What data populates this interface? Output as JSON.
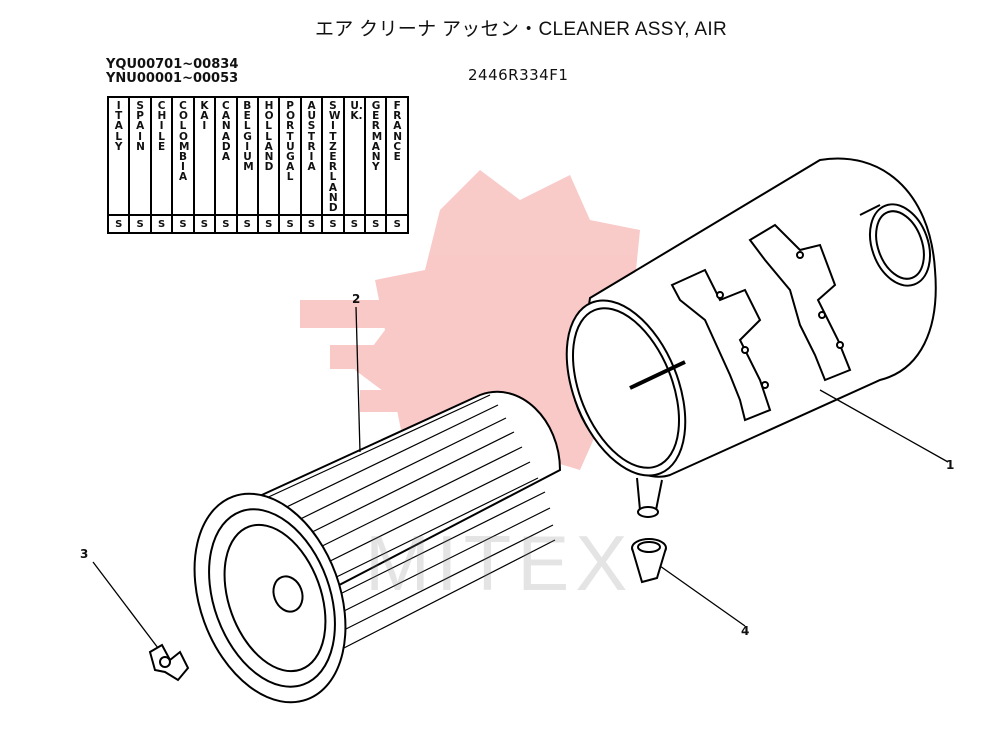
{
  "header": {
    "title": "エア クリーナ アッセン・CLEANER ASSY, AIR",
    "part_number": "2446R334F1"
  },
  "serials": [
    "YQU00701~00834",
    "YNU00001~00053"
  ],
  "countries": [
    {
      "name": "ITALY",
      "code": "S"
    },
    {
      "name": "SPAIN",
      "code": "S"
    },
    {
      "name": "CHILE",
      "code": "S"
    },
    {
      "name": "COLOMBIA",
      "code": "S"
    },
    {
      "name": "KAI",
      "code": "S"
    },
    {
      "name": "CANADA",
      "code": "S"
    },
    {
      "name": "BELGIUM",
      "code": "S"
    },
    {
      "name": "HOLLAND",
      "code": "S"
    },
    {
      "name": "PORTUGAL",
      "code": "S"
    },
    {
      "name": "AUSTRIA",
      "code": "S"
    },
    {
      "name": "SWITZERLAND",
      "code": "S"
    },
    {
      "name": "U.K.",
      "code": "S"
    },
    {
      "name": "GERMANY",
      "code": "S"
    },
    {
      "name": "FRANCE",
      "code": "S"
    }
  ],
  "callouts": {
    "c1": "1",
    "c2": "2",
    "c3": "3",
    "c4": "4"
  },
  "watermark": {
    "text": "MITEX",
    "color": "#e8463c"
  }
}
